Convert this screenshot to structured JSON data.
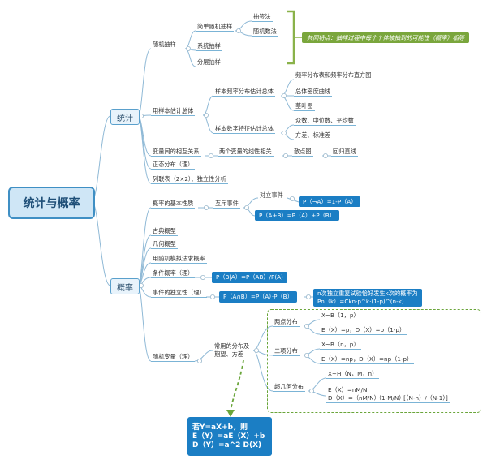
{
  "colors": {
    "line": "#8fb9d6",
    "accent_blue": "#1b7ec4",
    "accent_green": "#7aa63c",
    "root_fill": "#cfe6f6"
  },
  "root": "统计与概率",
  "tongji": {
    "label": "统计",
    "suiji": {
      "label": "随机抽样",
      "jiandan": "简单随机抽样",
      "chouqian": "抽签法",
      "suijishu": "随机数法",
      "xitong": "系统抽样",
      "fenceng": "分层抽样",
      "common_note": "共同特点：抽样过程中每个个体被抽到的可能性（概率）相等"
    },
    "yangben": {
      "label": "用样本估计总体",
      "pinlv": "样本频率分布估计总体",
      "zhifangtu": "频率分布表和频率分布直方图",
      "midu": "总体密度曲线",
      "jingye": "茎叶图",
      "shuzi": "样本数字特征估计总体",
      "zhongshu": "众数、中位数、平均数",
      "fangcha": "方差、标准差"
    },
    "xiangguan": {
      "label": "变量间的相互关系",
      "xianxing": "两个变量的线性相关",
      "sandian": "散点图",
      "huigui": "回归直线"
    },
    "zhengtai": "正态分布（理）",
    "liliebiao": "列联表（2×2）、独立性分析"
  },
  "gailv": {
    "label": "概率",
    "jiben": "概率的基本性质",
    "huchi": "互斥事件",
    "duili": "对立事件",
    "duili_formula": "P（¬A）=1-P（A）",
    "huchi_formula": "P（A+B）=P（A）+P（B）",
    "gudian": "古典概型",
    "jihe": "几何概型",
    "moni": "用随机模拟法求概率",
    "tiaojian": "条件概率（理）",
    "tiaojian_formula": "P（B|A）=P（AB）/P(A)",
    "duli": "事件的独立性（理）",
    "duli_formula": "P（A∩B）=P（A）·P（B）",
    "ncisuo_line1": "n次独立重复试验恰好发生k次的概率为",
    "ncisuo_line2": "Pn（k）=Ckn·p^k·(1-p)^(n-k)",
    "suijibianliang": "随机变量（理）",
    "changyong_line1": "常用的分布及",
    "changyong_line2": "期望、方差",
    "liangdian": "两点分布",
    "liangdian_dist": "X~B（1，p）",
    "liangdian_exp": "E（X）=p，D（X）=p（1-p）",
    "erxiang": "二项分布",
    "erxiang_dist": "X~B（n，p）",
    "erxiang_exp": "E（X）=np，D（X）=np（1-p）",
    "chaojihe": "超几何分布",
    "chaojihe_dist": "X~H（N，M，n）",
    "chaojihe_e": "E（X）=nM/N",
    "chaojihe_d": "D（X）=（nM/N）·（1-M/N）·[（N-n）/（N-1）]",
    "linear_line1": "若Y=aX+b，则",
    "linear_line2": "E（Y）=aE（X）+b",
    "linear_line3": "D（Y）=a^2 D(X)"
  }
}
